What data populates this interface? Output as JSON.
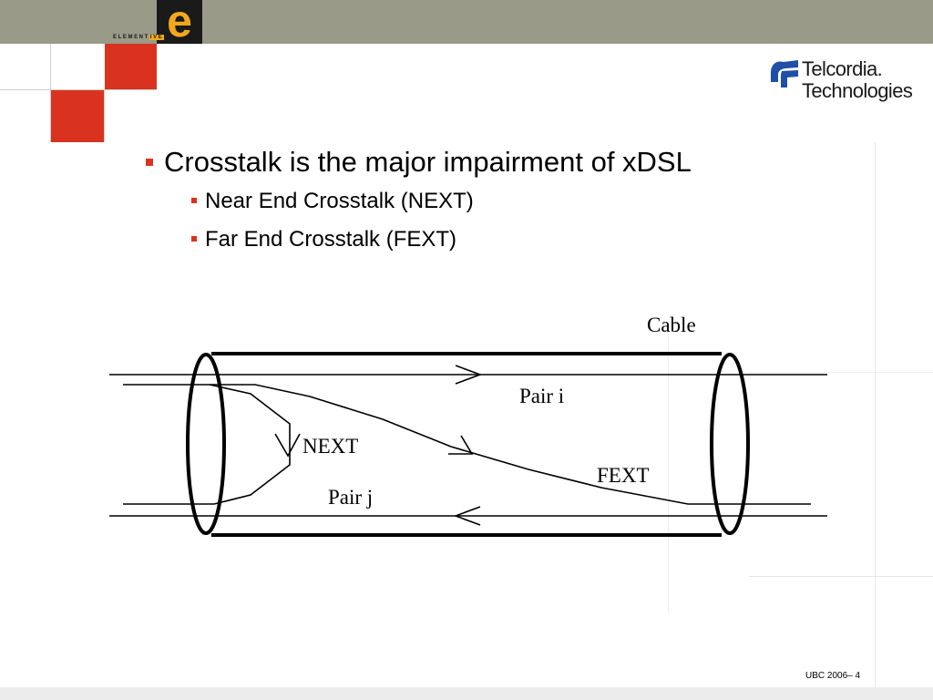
{
  "logo": {
    "letter": "e",
    "text_main": "ELEMENT",
    "text_accent": "IVE"
  },
  "brand": {
    "name_line1": "Telcordia.",
    "name_line2": "Technologies"
  },
  "bullets": {
    "main": "Crosstalk is the major impairment of xDSL",
    "sub": [
      "Near End Crosstalk (NEXT)",
      "Far End Crosstalk (FEXT)"
    ]
  },
  "diagram": {
    "cable_label": "Cable",
    "pair_i_label": "Pair i",
    "next_label": "NEXT",
    "fext_label": "FEXT",
    "pair_j_label": "Pair j"
  },
  "footer": {
    "text": "UBC 2006– 4"
  },
  "colors": {
    "accent_red": "#d9331f",
    "top_bar": "#9a9a88",
    "logo_orange": "#f2a81d",
    "telcordia_blue": "#1f4fa6"
  }
}
